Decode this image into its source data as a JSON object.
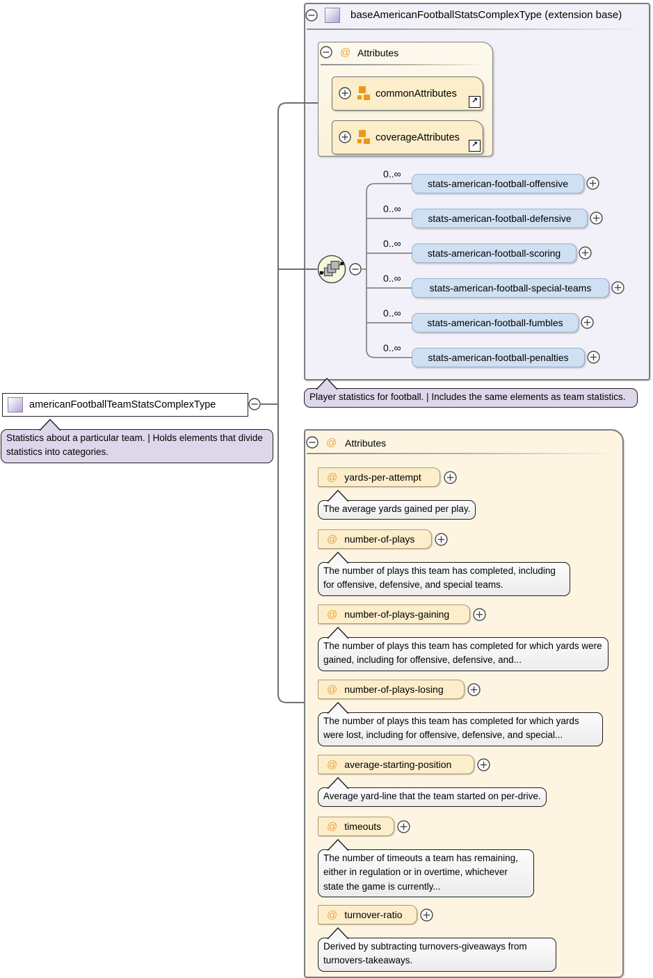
{
  "icons": {
    "attribute_at": "@",
    "link_arrow": "↗"
  },
  "left_type": {
    "title": "americanFootballTeamStatsComplexType",
    "doc": "Statistics about a particular team. | Holds elements that divide statistics into categories."
  },
  "base_type": {
    "title": "baseAmericanFootballStatsComplexType (extension base)",
    "doc": "Player statistics for football. | Includes the same elements as team statistics.",
    "attributes_title": "Attributes",
    "attribute_groups": [
      {
        "name": "commonAttributes"
      },
      {
        "name": "coverageAttributes"
      }
    ],
    "elements": [
      {
        "name": "stats-american-football-offensive",
        "occurrence": "0..∞"
      },
      {
        "name": "stats-american-football-defensive",
        "occurrence": "0..∞"
      },
      {
        "name": "stats-american-football-scoring",
        "occurrence": "0..∞"
      },
      {
        "name": "stats-american-football-special-teams",
        "occurrence": "0..∞"
      },
      {
        "name": "stats-american-football-fumbles",
        "occurrence": "0..∞"
      },
      {
        "name": "stats-american-football-penalties",
        "occurrence": "0..∞"
      }
    ]
  },
  "attributes_section": {
    "title": "Attributes",
    "attributes": [
      {
        "name": "yards-per-attempt",
        "doc": "The average yards gained per play."
      },
      {
        "name": "number-of-plays",
        "doc": "The number of plays this team has completed, including for offensive, defensive, and special teams."
      },
      {
        "name": "number-of-plays-gaining",
        "doc": "The number of plays this team has completed for which yards were gained, including for offensive, defensive, and..."
      },
      {
        "name": "number-of-plays-losing",
        "doc": "The number of plays this team has completed for which yards were lost, including for offensive, defensive, and special..."
      },
      {
        "name": "average-starting-position",
        "doc": "Average yard-line that the team started on per-drive."
      },
      {
        "name": "timeouts",
        "doc": "The number of timeouts a team has remaining, either in regulation or in overtime, whichever state the game is currently..."
      },
      {
        "name": "turnover-ratio",
        "doc": "Derived by subtracting turnovers-giveaways from turnovers-takeaways."
      }
    ]
  },
  "colors": {
    "base_box_bg": "#f2f1f9",
    "attributes_box_bg": "#fdf5e2",
    "attribute_item_bg": "#fdeecb",
    "element_bg": "#cfe0f2",
    "element_border": "#9db1cc",
    "doc_purple_bg": "#ded6ea",
    "doc_gray_bg": "#f6f6f6",
    "accent_orange": "#e9a23b"
  }
}
